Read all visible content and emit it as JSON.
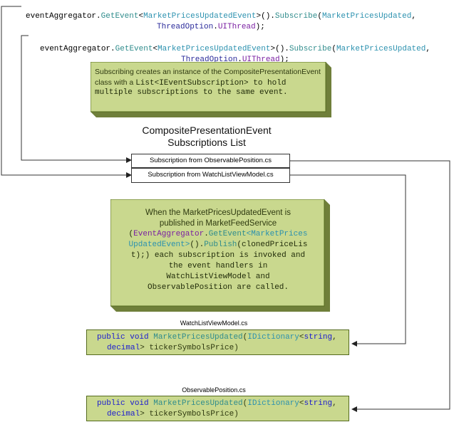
{
  "code1": {
    "aggregator": "eventAggregator",
    "get_event": "GetEvent",
    "event_type": "MarketPricesUpdatedEvent",
    "subscribe": "Subscribe",
    "handler": "MarketPricesUpdated",
    "thread_option": "ThreadOption",
    "ui_thread": "UIThread"
  },
  "note1": {
    "line1": "Subscribing creates an instance of the CompositePresentationEvent",
    "line2_prefix": "class with a ",
    "list_type": "List<IEventSubscription>",
    "line2_suffix": " to hold",
    "line3": "multiple subscriptions to the same event."
  },
  "subscriptions_title_line1": "CompositePresentationEvent",
  "subscriptions_title_line2": "Subscriptions List",
  "subscription_items": [
    "Subscription from ObservablePosition.cs",
    "Subscription from WatchListViewModel.cs"
  ],
  "note2": {
    "line1": "When the MarketPricesUpdatedEvent is",
    "line2": "published in MarketFeedService",
    "line3_paren": "(",
    "line3_class": "EventAggregator",
    "line3_method": "GetEvent",
    "line3_type": "<MarketPrices",
    "line4_type": "UpdatedEvent>",
    "line4_mid": "().",
    "line4_method": "Publish",
    "line4_arg": "(clonedPriceLis",
    "line5": "t);) each subscription is invoked and",
    "line6": "the event handlers in",
    "line7": "WatchListViewModel and",
    "line8": "ObservablePosition are called."
  },
  "file_labels": {
    "watchlist": "WatchListViewModel.cs",
    "observable": "ObservablePosition.cs"
  },
  "handler_code": {
    "public": "public",
    "void": "void",
    "method": "MarketPricesUpdated",
    "idictionary": "IDictionary",
    "string": "string",
    "decimal": "decimal",
    "param": "tickerSymbolsPrice"
  },
  "colors": {
    "note_fill": "#c9d88e",
    "note_shadow": "#6f7f3a",
    "line": "#333333"
  }
}
